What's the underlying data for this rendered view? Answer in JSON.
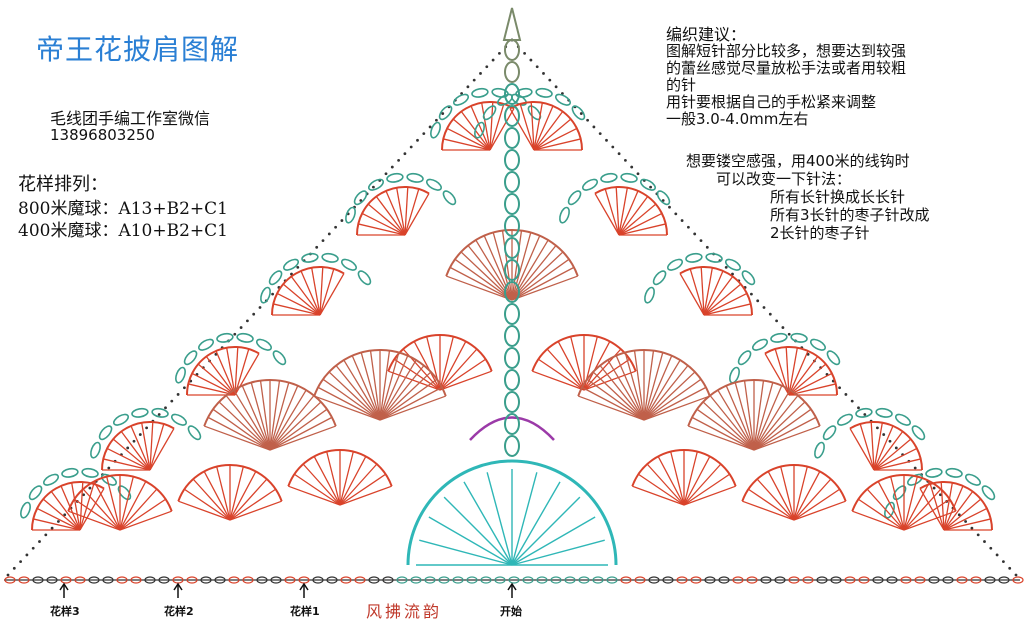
{
  "title": "帝王花披肩图解",
  "studio": {
    "name": "毛线团手编工作室微信",
    "phone": "13896803250"
  },
  "arrangement": {
    "title": "花样排列：",
    "lines": [
      "800米魔球：A13+B2+C1",
      "400米魔球：A10+B2+C1"
    ]
  },
  "tips": {
    "heading": "编织建议：",
    "lines": [
      "图解短针部分比较多，想要达到较强",
      "的蕾丝感觉尽量放松手法或者用较粗",
      "的针",
      "用针要根据自己的手松紧来调整",
      "一般3.0-4.0mm左右"
    ]
  },
  "alternative": {
    "lines": [
      "想要镂空感强，用400米的线钩时",
      "可以改变一下针法：",
      "所有长针换成长长针",
      "所有3长针的枣子针改成",
      "2长针的枣子针"
    ]
  },
  "bottom_labels": {
    "pattern3": "花样3",
    "pattern2": "花样2",
    "pattern1": "花样1",
    "signature": "风拂流韵",
    "start": "开始"
  },
  "colors": {
    "title": "#2a7fd4",
    "red": "#d9432b",
    "teal": "#3a9e8c",
    "cyan": "#2fb7b7",
    "purple": "#9b3aa8",
    "black": "#222222",
    "signature": "#c0392b"
  },
  "icons": [
    "arrow-up-icon"
  ]
}
